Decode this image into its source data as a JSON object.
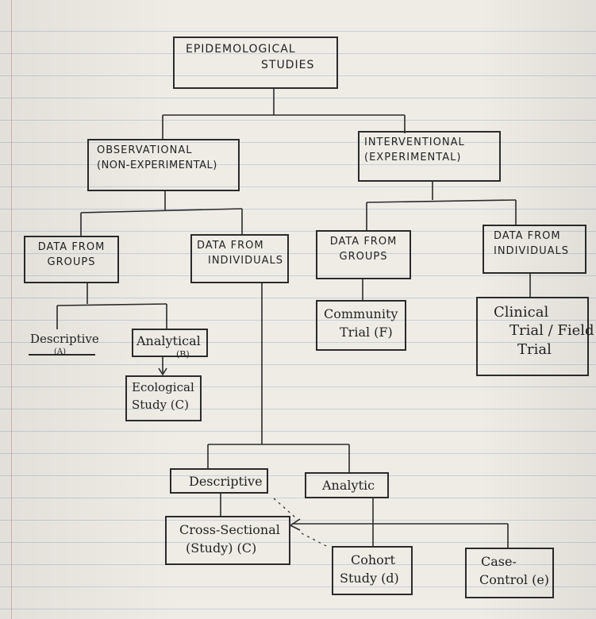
{
  "root": {
    "line1": "EPIDEMOLOGICAL",
    "line2": "STUDIES"
  },
  "observational": {
    "line1": "OBSERVATIONAL",
    "line2": "(NON-EXPERIMENTAL)"
  },
  "interventional": {
    "line1": "INTERVENTIONAL",
    "line2": "(EXPERIMENTAL)"
  },
  "obs_groups": {
    "line1": "DATA FROM",
    "line2": "GROUPS"
  },
  "obs_individuals": {
    "line1": "DATA FROM",
    "line2": "INDIVIDUALS"
  },
  "int_groups": {
    "line1": "DATA FROM",
    "line2": "GROUPS"
  },
  "int_individuals": {
    "line1": "DATA FROM",
    "line2": "INDIVIDUALS"
  },
  "descriptive_groups": {
    "label": "Descriptive",
    "tag": "(A)"
  },
  "analytical_groups": {
    "label": "Analytical",
    "tag": "(B)"
  },
  "ecological": {
    "line1": "Ecological",
    "line2": "Study (C)"
  },
  "community_trial": {
    "line1": "Community",
    "line2": "Trial (F)"
  },
  "clinical_trial": {
    "line1": "Clinical",
    "line2": "Trial / Field",
    "line3": "Trial"
  },
  "descriptive_ind": {
    "label": "Descriptive"
  },
  "analytic_ind": {
    "label": "Analytic"
  },
  "cross_sectional": {
    "line1": "Cross-Sectional",
    "line2": "(Study) (C)"
  },
  "cohort": {
    "line1": "Cohort",
    "line2": "Study (d)"
  },
  "case_control": {
    "line1": "Case-",
    "line2": "Control (e)"
  }
}
